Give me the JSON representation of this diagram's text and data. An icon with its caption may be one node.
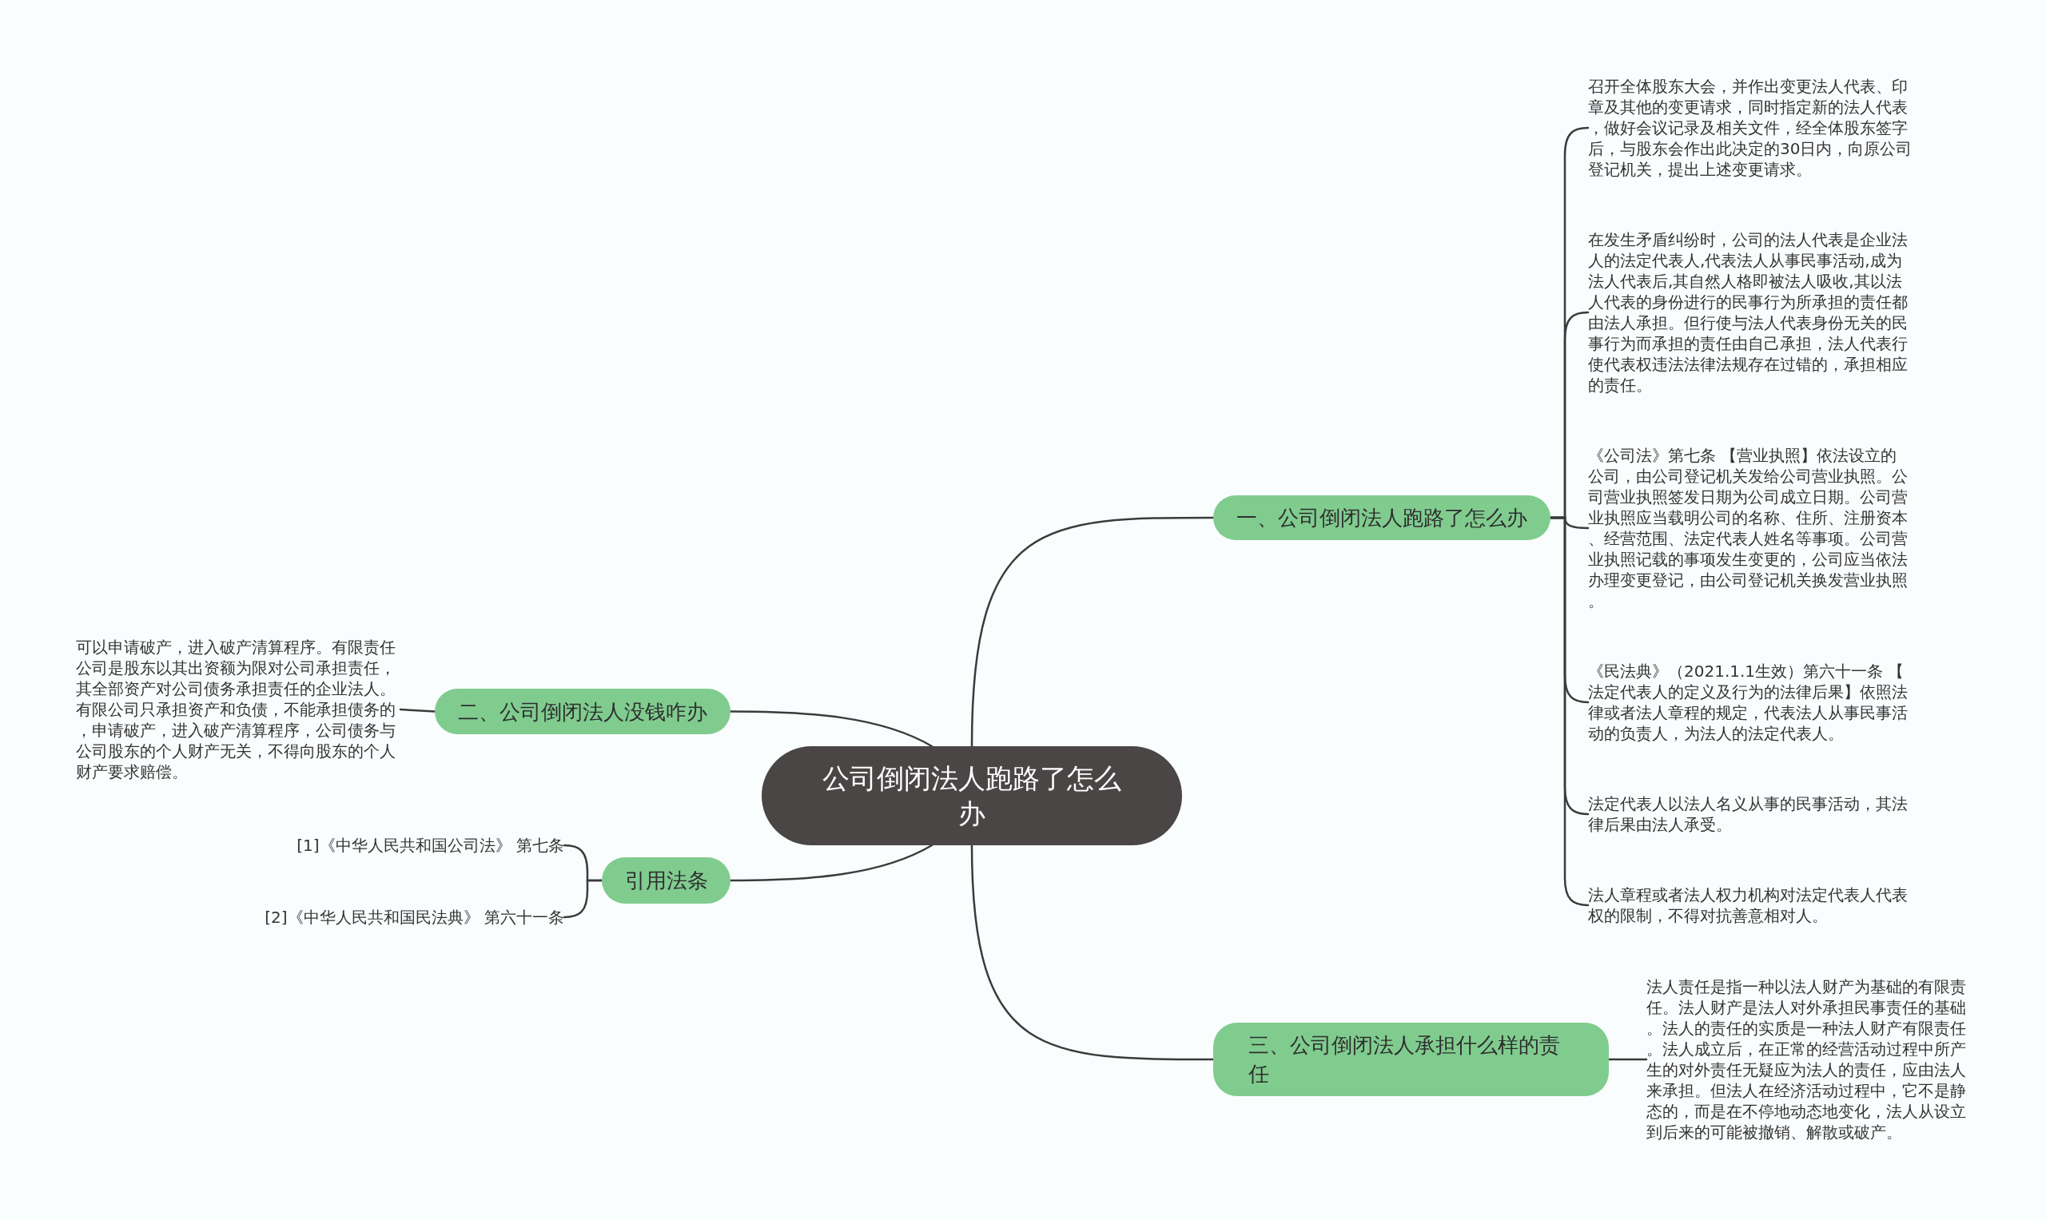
{
  "diagram": {
    "nodes": [
      {
        "text": [
          "公司倒闭法人跑路了怎么办"
        ]
      },
      {
        "text": [
          "一、公司倒闭法人跑路了怎么办"
        ]
      },
      {
        "text": [
          "召开全体股东大会，并作出变更法人代表、印章及其他的变更请求，同时指定新的法人代表，做好会议记录及相关文件，经全体股东签字后，与股东会作出此决定的30日内，向原公司登记机关，提出上述变更请求。"
        ]
      },
      {
        "text": [
          "在发生矛盾纠纷时，公司的法人代表是企业法人的法定代表人,代表法人从事民事活动,成为法人代表后,其自然人格即被法人吸收,其以法人代表的身份进行的民事行为所承担的责任都由法人承担。但行使与法人代表身份无关的民事行为而承担的责任由自己承担，法人代表行使代表权违法法律法规存在过错的，承担相应的责任。"
        ]
      },
      {
        "text": [
          "《公司法》第七条 【营业执照】依法设立的公司，由公司登记机关发给公司营业执照。公司营业执照签发日期为公司成立日期。公司营业执照应当载明公司的名称、住所、注册资本、经营范围、法定代表人姓名等事项。公司营业执照记载的事项发生变更的，公司应当依法办理变更登记，由公司登记机关换发营业执照。"
        ]
      },
      {
        "text": [
          "《民法典》（2021.1.1生效）第六十一条 【法定代表人的定义及行为的法律后果】依照法律或者法人章程的规定，代表法人从事民事活动的负责人，为法人的法定代表人。"
        ]
      },
      {
        "text": [
          "法定代表人以法人名义从事的民事活动，其法律后果由法人承受。"
        ]
      },
      {
        "text": [
          "法人章程或者法人权力机构对法定代表人代表权的限制，不得对抗善意相对人。"
        ]
      },
      {
        "text": [
          "二、公司倒闭法人没钱咋办"
        ]
      },
      {
        "text": [
          "可以申请破产，进入破产清算程序。有限责任公司是股东以其出资额为限对公司承担责任，其全部资产对公司债务承担责任的企业法人。有限公司只承担资产和负债，不能承担债务的，申请破产，进入破产清算程序，公司债务与公司股东的个人财产无关，不得向股东的个人财产要求赔偿。"
        ]
      },
      {
        "text": [
          "引用法条"
        ]
      },
      {
        "text": [
          "[1]《中华人民共和国公司法》 第七条"
        ]
      },
      {
        "text": [
          "[2]《中华人民共和国民法典》 第六十一条"
        ]
      },
      {
        "text": [
          "三、公司倒闭法人承担什么样的责任"
        ]
      },
      {
        "text": [
          "法人责任是指一种以法人财产为基础的有限责任。法人财产是法人对外承担民事责任的基础。法人的责任的实质是一种法人财产有限责任。法人成立后，在正常的经营活动过程中所产生的对外责任无疑应为法人的责任，应由法人来承担。但法人在经济活动过程中，它不是静态的，而是在不停地动态地变化，法人从设立到后来的可能被撤销、解散或破产。"
        ]
      }
    ],
    "edges": [
      {
        "from": 0,
        "to": 1,
        "arrow": "none"
      },
      {
        "from": 1,
        "to": 2,
        "arrow": "none"
      },
      {
        "from": 1,
        "to": 3,
        "arrow": "none"
      },
      {
        "from": 1,
        "to": 4,
        "arrow": "none"
      },
      {
        "from": 1,
        "to": 5,
        "arrow": "none"
      },
      {
        "from": 1,
        "to": 6,
        "arrow": "none"
      },
      {
        "from": 1,
        "to": 7,
        "arrow": "none"
      },
      {
        "from": 0,
        "to": 8,
        "arrow": "none"
      },
      {
        "from": 8,
        "to": 9,
        "arrow": "none"
      },
      {
        "from": 0,
        "to": 10,
        "arrow": "none"
      },
      {
        "from": 10,
        "to": 11,
        "arrow": "none"
      },
      {
        "from": 10,
        "to": 12,
        "arrow": "none"
      },
      {
        "from": 0,
        "to": 13,
        "arrow": "none"
      },
      {
        "from": 13,
        "to": 14,
        "arrow": "none"
      }
    ]
  }
}
